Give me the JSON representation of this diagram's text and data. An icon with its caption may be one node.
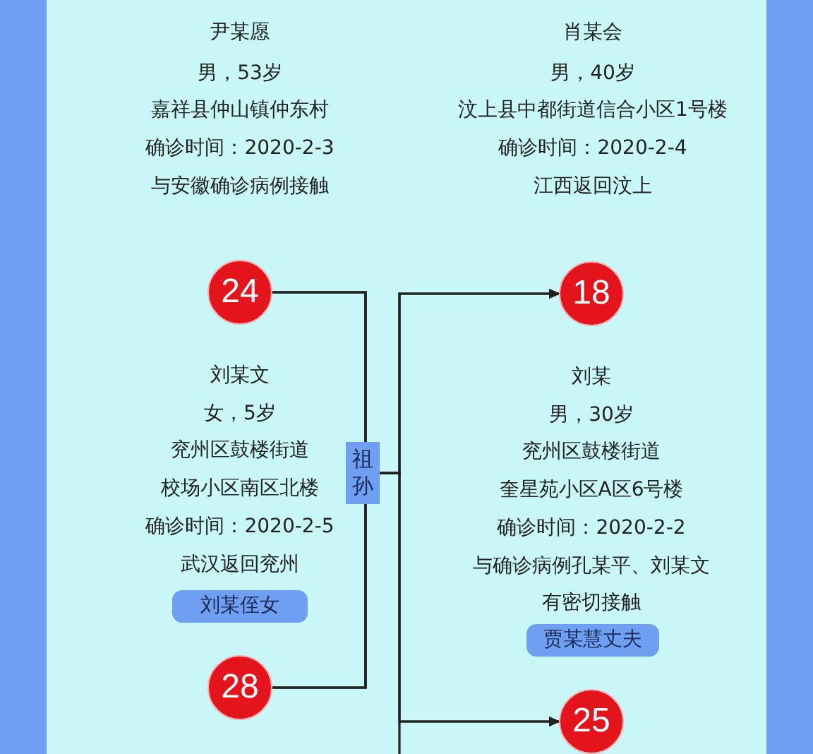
{
  "diagram": {
    "nodes": [
      {
        "text": [
          "24"
        ],
        "beside": [
          "刘某文",
          "女，5岁",
          "兖州区鼓楼街道",
          "校场小区南区北楼",
          "确诊时间：2020-2-5",
          "武汉返回兖州"
        ]
      },
      {
        "text": [
          "18"
        ],
        "beside": [
          "刘某",
          "男，30岁",
          "兖州区鼓楼街道",
          "奎星苑小区A区6号楼",
          "确诊时间：2020-2-2",
          "与确诊病例孔某平、刘某文有密切接触"
        ]
      },
      {
        "text": [
          "刘某侄女"
        ]
      },
      {
        "text": [
          "贾某慧丈夫"
        ]
      },
      {
        "text": [
          "28"
        ]
      },
      {
        "text": [
          "25"
        ]
      }
    ],
    "edges": [
      {
        "from": 0,
        "to": 4,
        "arrow": "none",
        "label": "祖孙"
      },
      {
        "from": 0,
        "to": 1,
        "arrow": "to"
      },
      {
        "from": 0,
        "to": 5,
        "arrow": "to"
      },
      {
        "from": 4,
        "to": 1,
        "arrow": "to"
      },
      {
        "from": 4,
        "to": 5,
        "arrow": "to"
      }
    ],
    "labels": [
      "尹某愿",
      "肖某会",
      "男，53岁",
      "男，40岁",
      "嘉祥县仲山镇仲东村",
      "汶上县中都街道信合小区1号楼",
      "确诊时间：2020-2-3",
      "确诊时间：2020-2-4",
      "与安徽确诊病例接触",
      "江西返回汶上"
    ]
  }
}
